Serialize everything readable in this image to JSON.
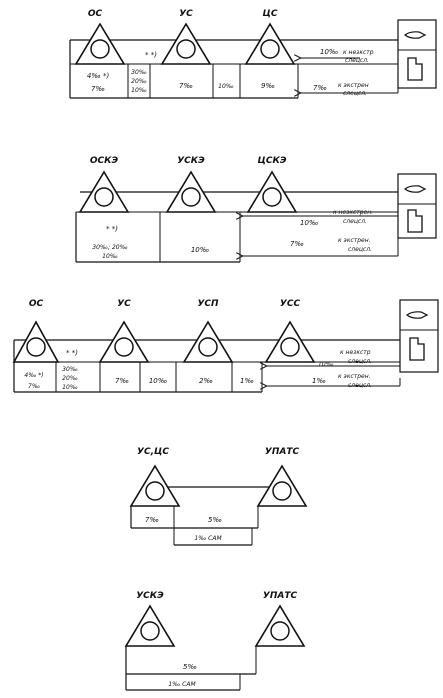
{
  "diagram_1": {
    "node_labels": [
      "ОС",
      "УС",
      "ЦС"
    ],
    "left_sub": [
      "4‰ *)",
      "7‰"
    ],
    "stacked": [
      "30‰",
      "20‰",
      "10‰"
    ],
    "star_note": "* *)",
    "seg": [
      "7‰",
      "10‰",
      "9‰"
    ],
    "rate_upper": "10‰",
    "text_upper": [
      "к незкстр",
      "слецсл."
    ],
    "rate_lower": "7‰",
    "text_lower": [
      "к экстрен",
      "слецсл."
    ]
  },
  "diagram_2": {
    "node_labels": [
      "ОСКЭ",
      "УСКЭ",
      "ЦСКЭ"
    ],
    "star_note": "* *)",
    "bottom_left": [
      "30‰; 20‰",
      "10‰"
    ],
    "seg": "10‰",
    "rate_upper": "10‰",
    "text_upper": [
      "к незкстрен.",
      "слецсл."
    ],
    "rate_lower": "7‰",
    "text_lower": [
      "к экстрен.",
      "слецсл."
    ]
  },
  "diagram_3": {
    "node_labels": [
      "ОС",
      "УС",
      "УСП",
      "УСС"
    ],
    "left_sub": [
      "4‰ *)",
      "7‰"
    ],
    "stacked": [
      "30‰",
      "20‰",
      "10‰"
    ],
    "star_note": "* *)",
    "seg": [
      "7‰",
      "10‰",
      "2‰",
      "1‰"
    ],
    "rate_upper": "10‰",
    "text_upper": [
      "к незкстр",
      "слецсл."
    ],
    "rate_lower": "1‰",
    "text_lower": [
      "к экстрен.",
      "слецсл."
    ]
  },
  "diagram_4": {
    "node_labels": [
      "УС,ЦС",
      "УПАТС"
    ],
    "seg_left": "7‰",
    "seg_right": "5‰",
    "bottom": "1‰ САМ"
  },
  "diagram_5": {
    "node_labels": [
      "УСКЭ",
      "УПАТС"
    ],
    "seg": "5‰",
    "bottom": "1‰ САМ"
  },
  "icons": [
    "phone-handset-icon",
    "phone-handset-icon",
    "phone-handset-icon"
  ]
}
